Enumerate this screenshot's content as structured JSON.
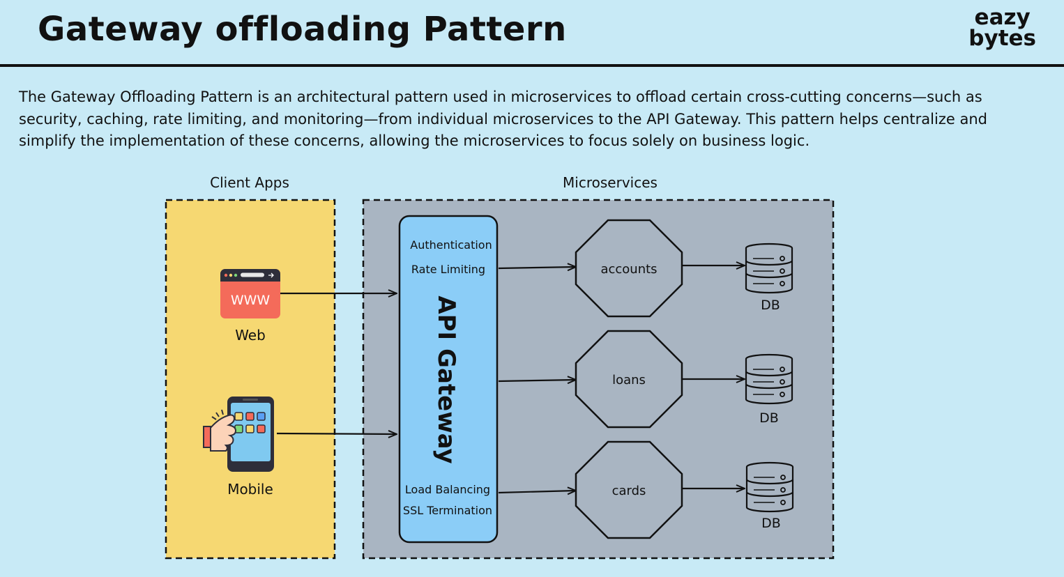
{
  "header": {
    "title": "Gateway offloading Pattern",
    "logo_line1": "eazy",
    "logo_line2": "bytes"
  },
  "intro_text": "The Gateway Offloading Pattern is an architectural pattern used in microservices to offload certain cross-cutting concerns—such as security, caching, rate limiting, and monitoring—from individual microservices to the API Gateway. This pattern helps centralize and simplify the implementation of these concerns, allowing the microservices to focus solely on business logic.",
  "diagram": {
    "client_group_label": "Client Apps",
    "microservices_group_label": "Microservices",
    "clients": [
      {
        "label": "Web",
        "icon": "web-browser-icon",
        "icon_text": "WWW"
      },
      {
        "label": "Mobile",
        "icon": "mobile-phone-icon"
      }
    ],
    "gateway": {
      "label": "API Gateway",
      "top_features": [
        "Authentication",
        "Rate Limiting"
      ],
      "bottom_features": [
        "Load Balancing",
        "SSL Termination"
      ]
    },
    "services": [
      {
        "label": "accounts",
        "db_label": "DB"
      },
      {
        "label": "loans",
        "db_label": "DB"
      },
      {
        "label": "cards",
        "db_label": "DB"
      }
    ]
  },
  "colors": {
    "background": "#c8eaf6",
    "client_panel": "#f6d872",
    "services_panel": "#a9b5c2",
    "gateway_fill": "#8bcdf7",
    "web_icon_red": "#f46b5a"
  }
}
